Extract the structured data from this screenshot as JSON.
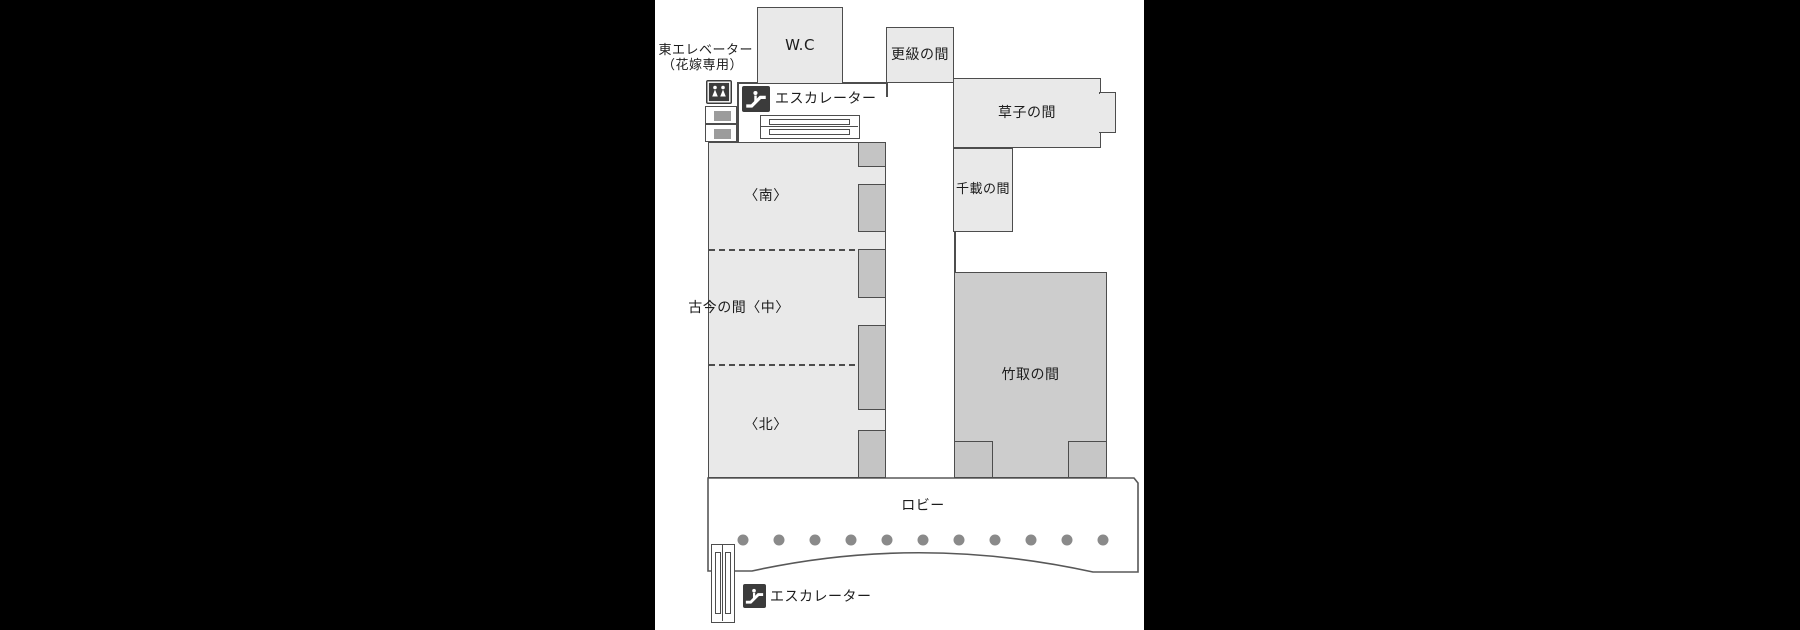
{
  "floorplan": {
    "labels": {
      "east_elevator_line1": "東エレベーター",
      "east_elevator_line2": "（花嫁専用）",
      "escalator_top": "エスカレーター",
      "escalator_bottom": "エスカレーター",
      "wc": "W.C",
      "sarashina": "更級の間",
      "soshi": "草子の間",
      "senzai": "千載の間",
      "kokin_south": "〈南〉",
      "kokin_middle": "古今の間〈中〉",
      "kokin_north": "〈北〉",
      "taketori": "竹取の間",
      "lobby": "ロビー"
    },
    "icons": {
      "elevator": "elevator-icon",
      "escalator": "escalator-icon"
    },
    "lobby_pillar_dot_count": 11,
    "colors": {
      "letterbox": "#000000",
      "canvas": "#ffffff",
      "room_fill_light": "#e9e9e9",
      "room_fill_medium": "#cdcdcd",
      "stage_block_fill": "#c4c4c4",
      "service_box_fill": "#9c9c9c",
      "outline": "#4d4d4d",
      "pillar_dot": "#8a8a8a",
      "icon_background": "#3b3b3b",
      "text": "#1c1c1c"
    }
  }
}
